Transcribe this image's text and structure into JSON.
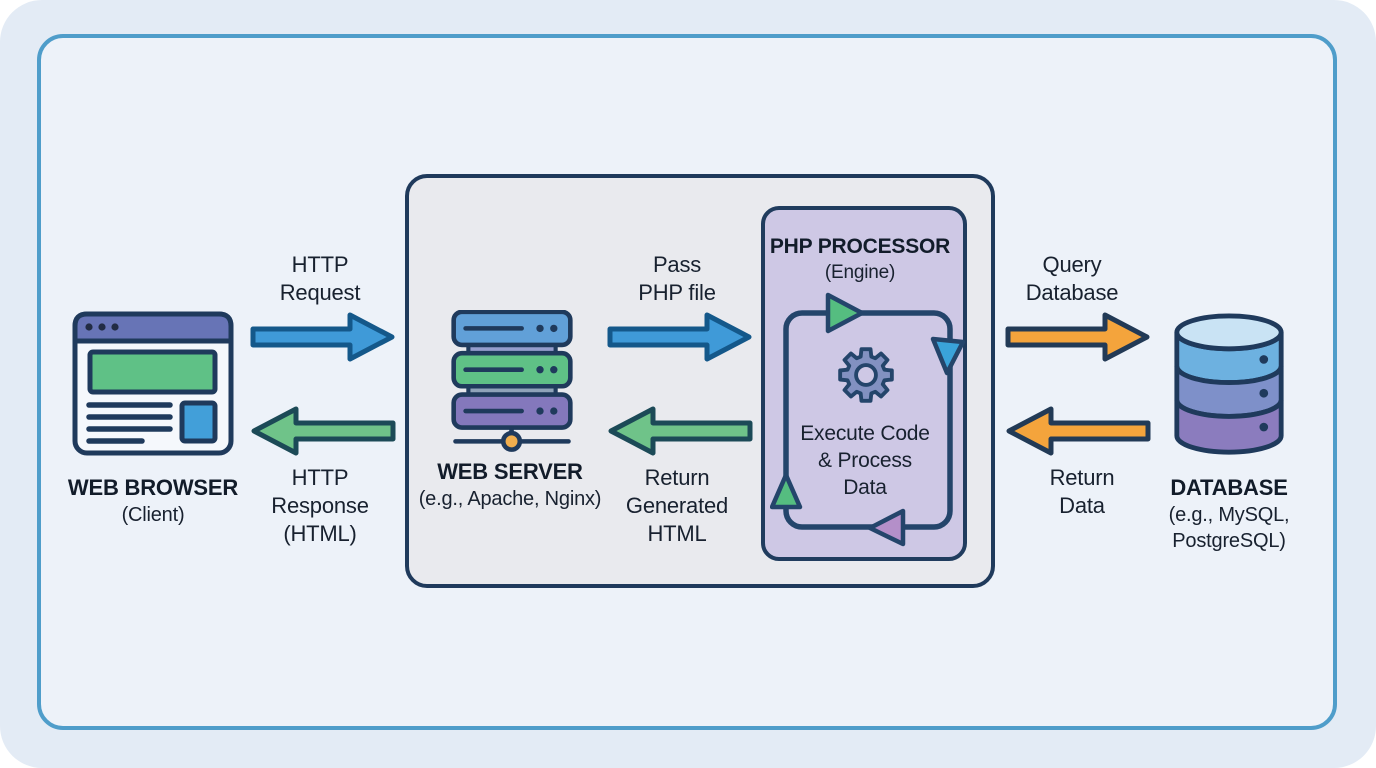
{
  "nodes": {
    "browser": {
      "title": "WEB BROWSER",
      "subtitle": "(Client)"
    },
    "server": {
      "title": "WEB SERVER",
      "subtitle": "(e.g., Apache, Nginx)"
    },
    "php": {
      "title": "PHP PROCESSOR",
      "subtitle": "(Engine)",
      "body": {
        "line1": "Execute Code",
        "line2": "& Process",
        "line3": "Data"
      }
    },
    "database": {
      "title": "DATABASE",
      "subtitle1": "(e.g., MySQL,",
      "subtitle2": "PostgreSQL)"
    }
  },
  "arrows": {
    "http_request": {
      "line1": "HTTP",
      "line2": "Request"
    },
    "http_response": {
      "line1": "HTTP",
      "line2": "Response",
      "line3": "(HTML)"
    },
    "pass_php_file": {
      "line1": "Pass",
      "line2": "PHP file"
    },
    "return_generated_html": {
      "line1": "Return",
      "line2": "Generated",
      "line3": "HTML"
    },
    "query_database": {
      "line1": "Query",
      "line2": "Database"
    },
    "return_data": {
      "line1": "Return",
      "line2": "Data"
    }
  },
  "colors": {
    "canvas_background": "#e3ebf5",
    "frame_background": "#edf2f9",
    "frame_border": "#4f9dca",
    "server_box_fill": "#e9eaee",
    "box_border_navy": "#1f3a5c",
    "php_box_fill": "#cec8e5",
    "request_arrow_blue": "#3f9ad8",
    "response_arrow_green": "#6fc389",
    "database_arrow_orange": "#f4a43c",
    "gear_fill": "#8291c1",
    "node_accent_green": "#5fc186",
    "node_accent_purple": "#8478bc",
    "stand_dot_orange": "#f0ae4e",
    "text_dark": "#18212f"
  },
  "icons": {
    "browser": "web-browser-window-icon",
    "server": "server-stack-icon",
    "php": "gear-icon",
    "database": "database-cylinder-icon"
  }
}
